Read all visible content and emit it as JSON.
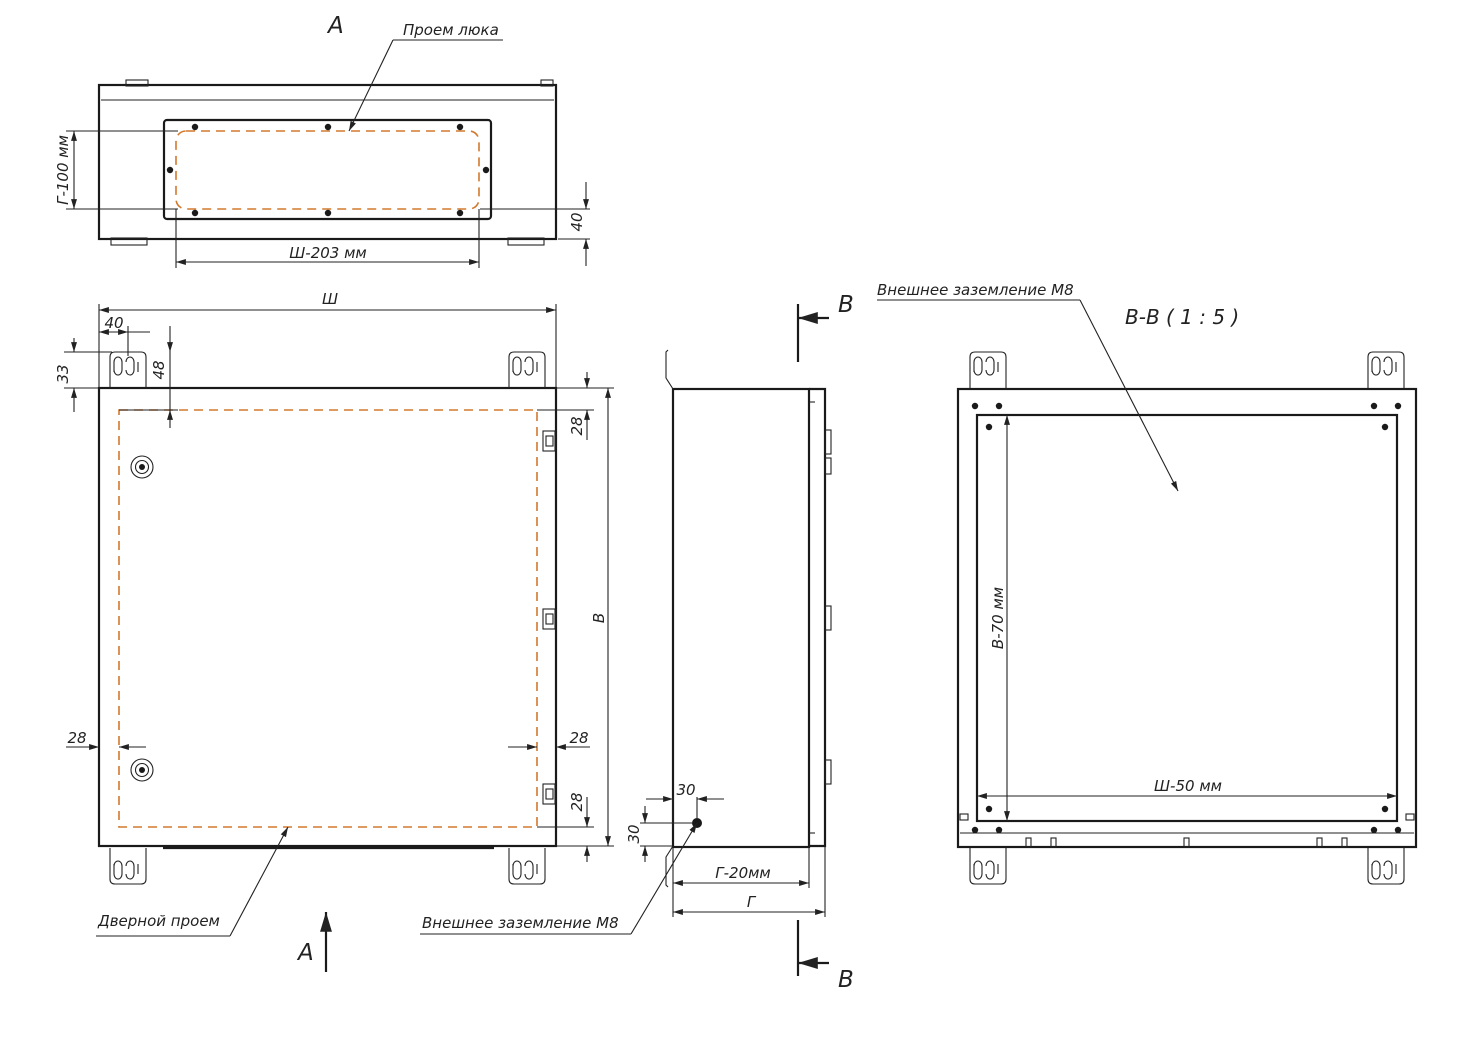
{
  "labels": {
    "view_a_letter_top": "А",
    "view_a_letter_bottom": "А",
    "hatch_opening": "Проем люка",
    "dim_g100": "Г-100 мм",
    "dim_40_top": "40",
    "dim_w203": "Ш-203 мм",
    "dim_w": "Ш",
    "dim_40_left": "40",
    "dim_33": "33",
    "dim_48": "48",
    "dim_28_top": "28",
    "dim_v": "В",
    "dim_28_left": "28",
    "dim_28_right": "28",
    "dim_28_bottom": "28",
    "door_opening": "Дверной проем",
    "section_b_top": "В",
    "section_b_bottom": "В",
    "ground_side": "Внешнее заземление М8",
    "dim_30_h": "30",
    "dim_30_v": "30",
    "dim_g20": "Г-20мм",
    "dim_g": "Г",
    "ground_section": "Внешнее заземление М8",
    "section_title": "В-В ( 1 : 5 )",
    "dim_v70": "В-70 мм",
    "dim_w50": "Ш-50 мм"
  },
  "colors": {
    "line": "#1a1a1a",
    "opening_dash": "#d2782d"
  }
}
